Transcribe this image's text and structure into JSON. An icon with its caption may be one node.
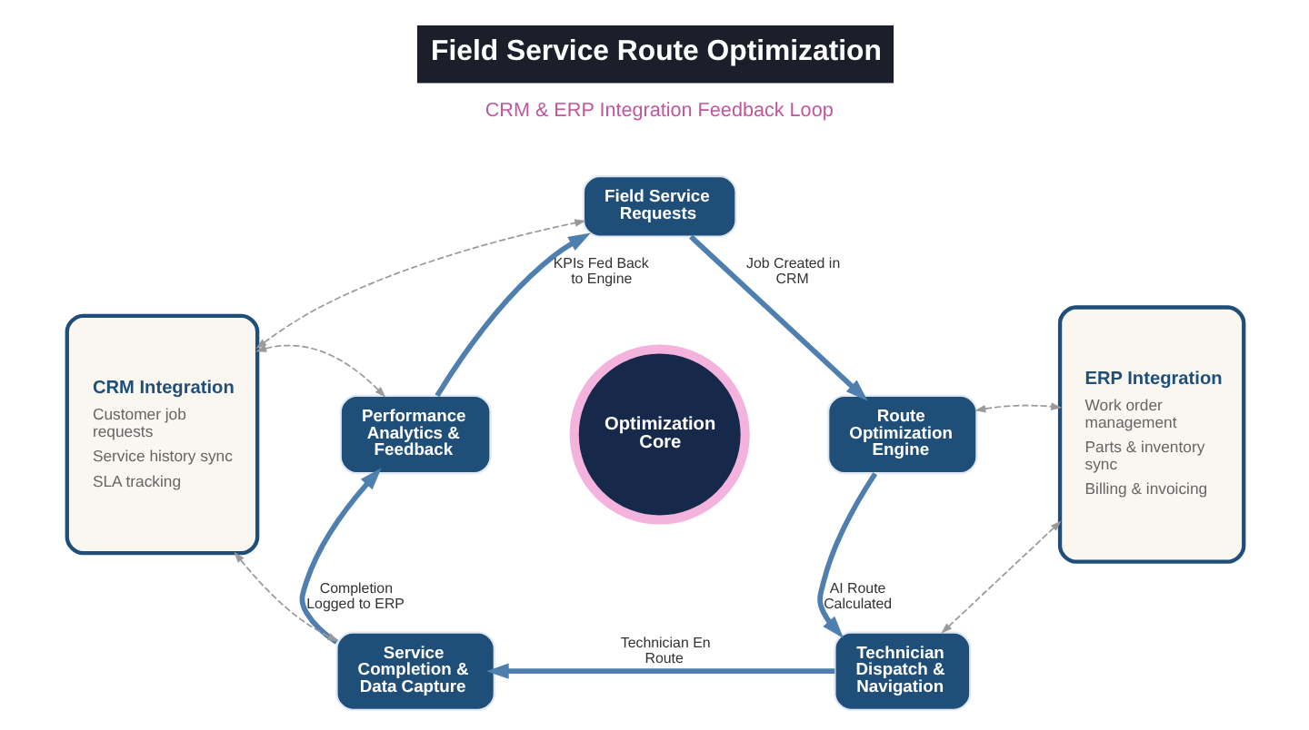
{
  "diagram": {
    "title": "Field Service Route Optimization",
    "nodes": [
      {
        "text": [
          "Field Service Requests"
        ]
      },
      {
        "text": [
          "Route Optimization Engine"
        ]
      },
      {
        "text": [
          "Technician Dispatch & Navigation"
        ]
      },
      {
        "text": [
          "Service Completion & Data Capture"
        ]
      },
      {
        "text": [
          "Performance Analytics & Feedback"
        ]
      },
      {
        "text": [
          "Optimization Core"
        ]
      },
      {
        "text": [
          "CRM Integration",
          "Customer job requests",
          "Service history sync",
          "SLA tracking"
        ]
      },
      {
        "text": [
          "ERP Integration",
          "Work order management",
          "Parts & inventory sync",
          "Billing & invoicing"
        ]
      }
    ],
    "edges": [
      {
        "from": 0,
        "to": 1,
        "arrow": "to",
        "label": "Job Created in CRM",
        "style": "thick",
        "color": "#4f7fae"
      },
      {
        "from": 1,
        "to": 2,
        "arrow": "to",
        "label": "AI Route Calculated",
        "style": "thick",
        "color": "#4f7fae"
      },
      {
        "from": 2,
        "to": 3,
        "arrow": "to",
        "label": "Technician En Route",
        "style": "thick",
        "color": "#4f7fae"
      },
      {
        "from": 3,
        "to": 4,
        "arrow": "to",
        "label": "Completion Logged to ERP",
        "style": "thick",
        "color": "#4f7fae"
      },
      {
        "from": 4,
        "to": 0,
        "arrow": "to",
        "label": "KPIs Fed Back to Engine",
        "style": "thick",
        "color": "#4f7fae"
      },
      {
        "from": 6,
        "to": 0,
        "arrow": "both",
        "style": "dashed"
      },
      {
        "from": 6,
        "to": 4,
        "arrow": "both",
        "style": "dashed"
      },
      {
        "from": 6,
        "to": 3,
        "arrow": "both",
        "style": "dashed"
      },
      {
        "from": 1,
        "to": 7,
        "arrow": "both",
        "style": "dashed"
      },
      {
        "from": 2,
        "to": 7,
        "arrow": "both",
        "style": "dashed"
      }
    ],
    "labels": [
      "CRM & ERP Integration Feedback Loop"
    ]
  }
}
